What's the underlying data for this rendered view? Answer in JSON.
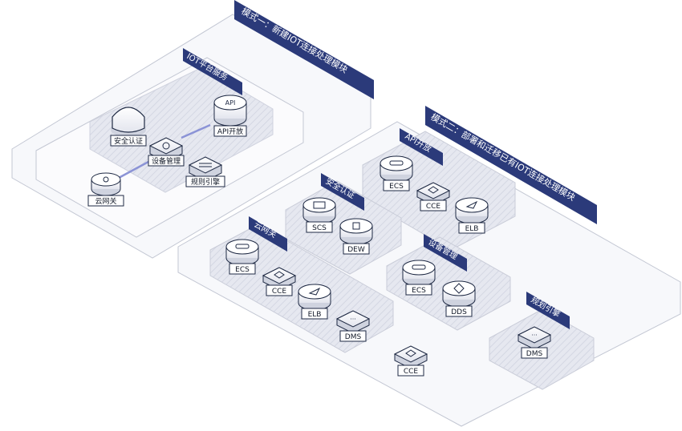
{
  "mode1": {
    "title": "模式一：新建IOT连接处理模块",
    "platform": {
      "title": "IOT平台服务",
      "security": "安全认证",
      "device": "设备管理",
      "api": "API开放",
      "rules": "规则引擎"
    },
    "gateway": "云网关",
    "api_glyph": "API"
  },
  "mode2": {
    "title": "模式二：部署和迁移已有IOT连接处理模块",
    "api_group": {
      "title": "API开放",
      "ecs": "ECS",
      "cce": "CCE",
      "elb": "ELB"
    },
    "security_group": {
      "title": "安全认证",
      "scs": "SCS",
      "dew": "DEW"
    },
    "gateway_group": {
      "title": "云网关",
      "ecs": "ECS",
      "cce": "CCE",
      "elb": "ELB",
      "dms": "DMS"
    },
    "device_group": {
      "title": "设备管理",
      "ecs": "ECS",
      "dds": "DDS"
    },
    "rules_group": {
      "title": "规划引擎",
      "dms": "DMS"
    },
    "standalone": "CCE"
  },
  "colors": {
    "banner": "#2b3a7a",
    "connector": "#8b93d6",
    "platform_outline": "#b7bccb",
    "group_fill": "#e7e9f1"
  }
}
